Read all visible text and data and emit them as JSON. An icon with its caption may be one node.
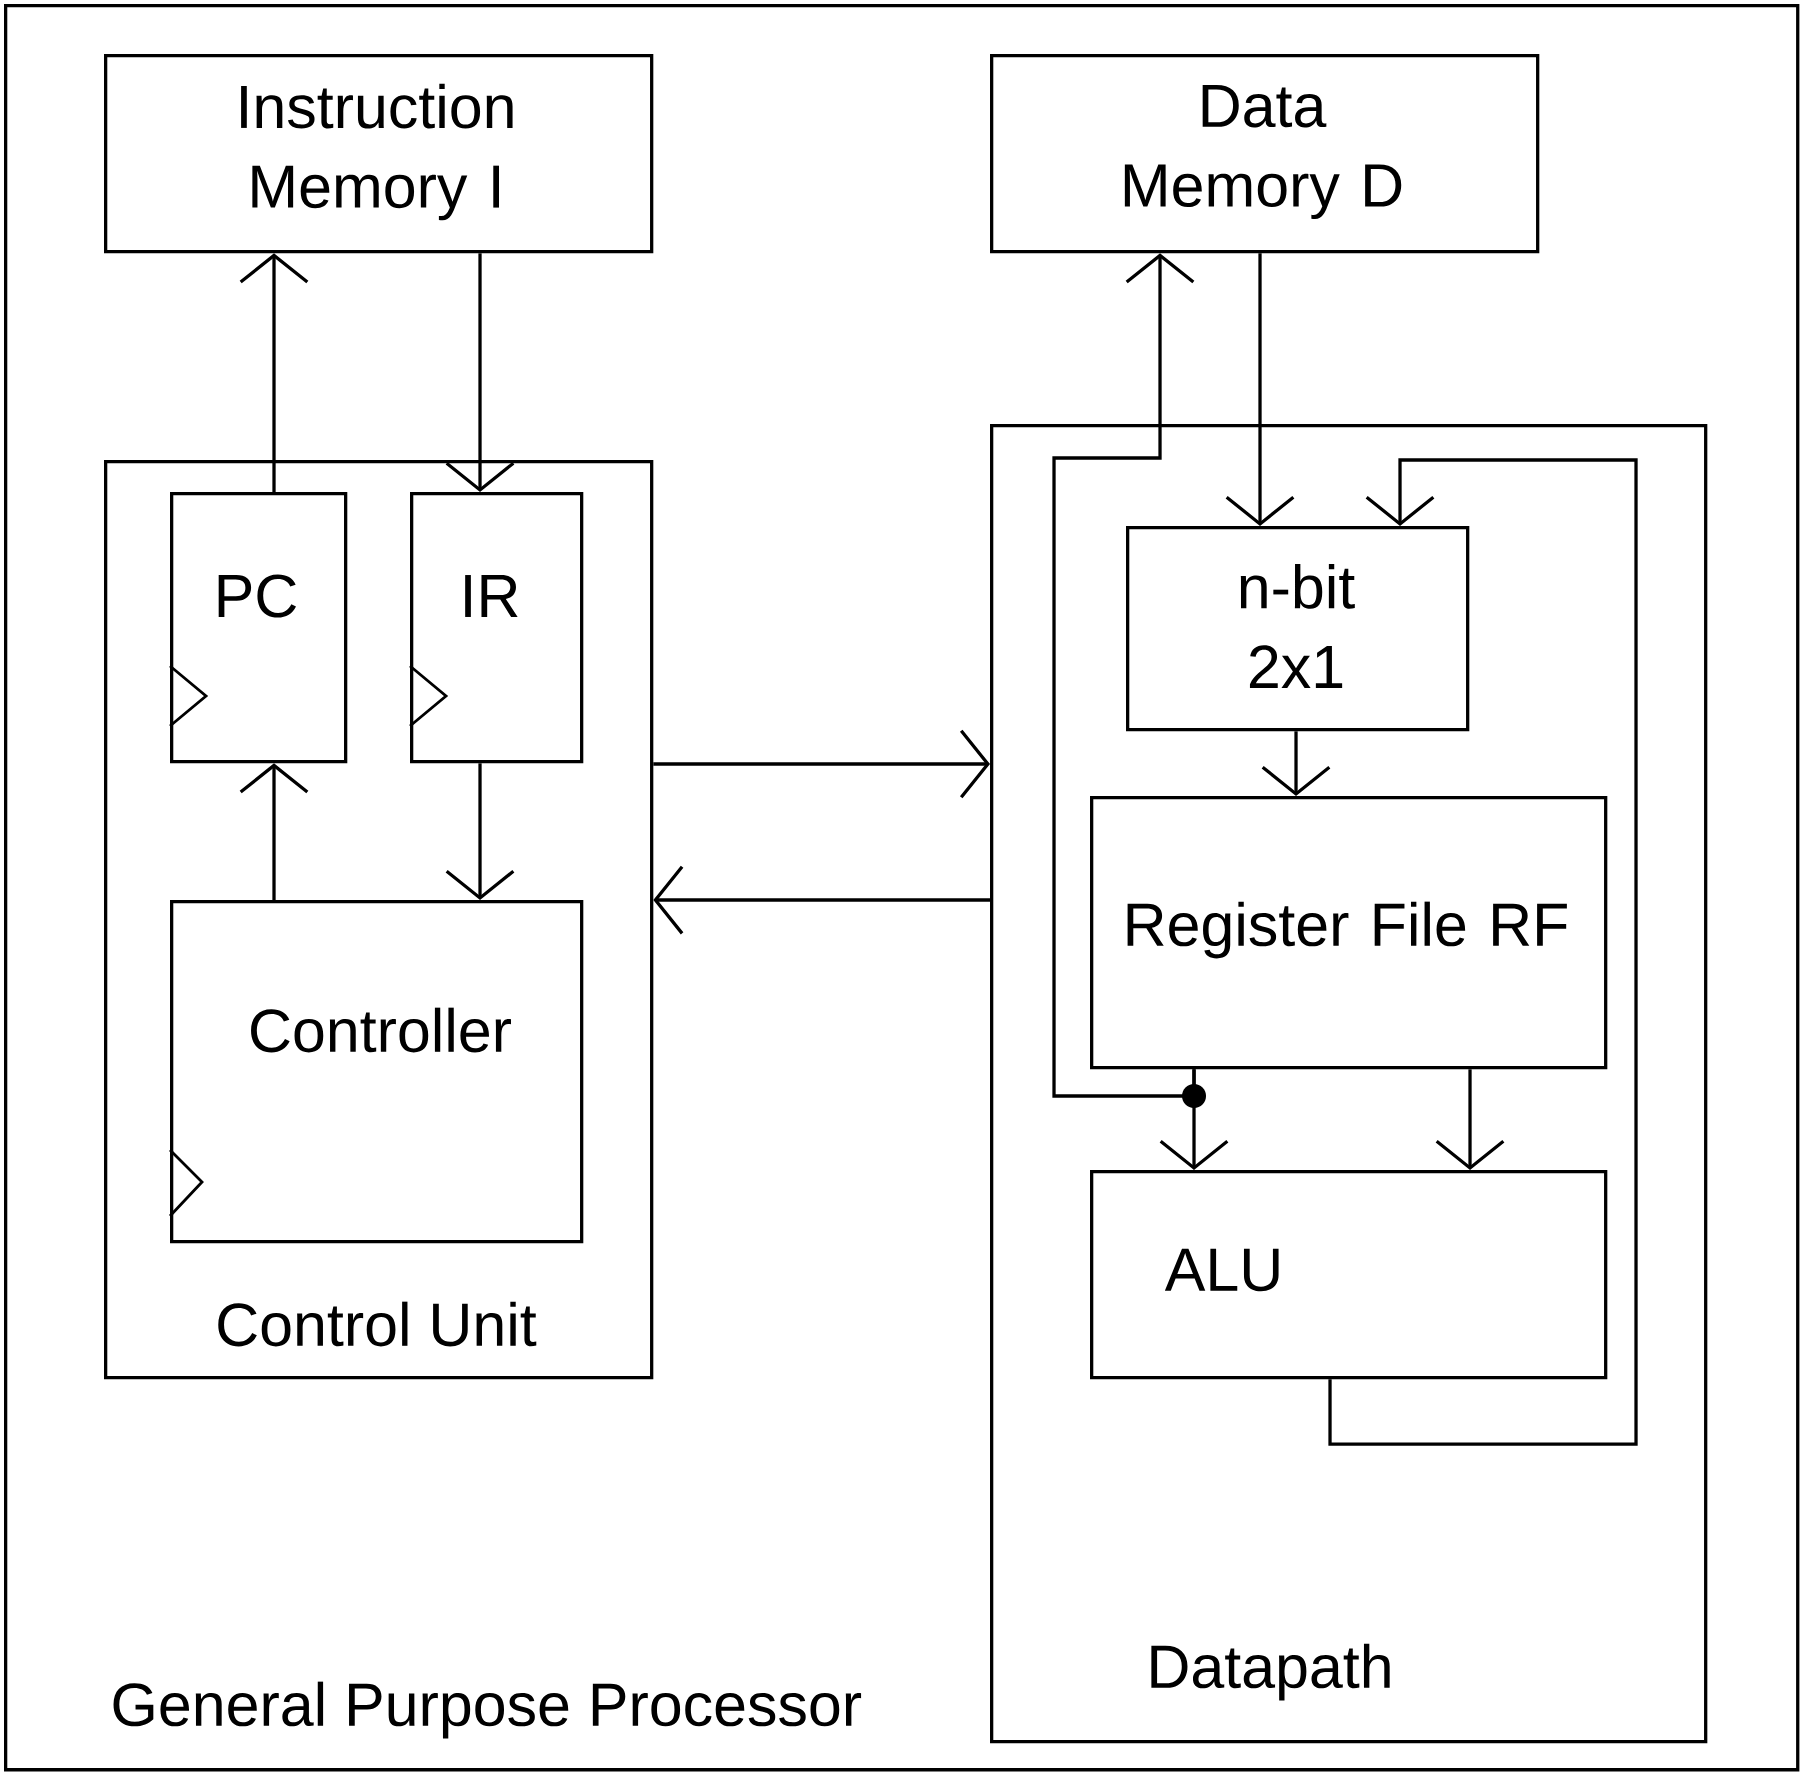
{
  "diagram": {
    "nodes": [
      {
        "text": [
          "General Purpose Processor"
        ]
      },
      {
        "text": [
          "Instruction Memory I"
        ],
        "in": 0
      },
      {
        "text": [
          "Data Memory D"
        ],
        "in": 0
      },
      {
        "text": [
          "Control Unit"
        ],
        "in": 0
      },
      {
        "text": [
          "PC"
        ],
        "in": 3
      },
      {
        "text": [
          "IR"
        ],
        "in": 3
      },
      {
        "text": [
          "Controller"
        ],
        "in": 3
      },
      {
        "text": [
          "Datapath"
        ],
        "in": 0
      },
      {
        "text": [
          "n-bit 2x1"
        ],
        "in": 7
      },
      {
        "text": [
          "Register File RF"
        ],
        "in": 7
      },
      {
        "text": [
          "ALU"
        ],
        "in": 7
      }
    ],
    "edges": [
      {
        "from": 4,
        "to": 1,
        "arrow": "to"
      },
      {
        "from": 1,
        "to": 5,
        "arrow": "to"
      },
      {
        "from": 6,
        "to": 4,
        "arrow": "to"
      },
      {
        "from": 5,
        "to": 6,
        "arrow": "to"
      },
      {
        "from": 3,
        "to": 7,
        "arrow": "to"
      },
      {
        "from": 7,
        "to": 3,
        "arrow": "to"
      },
      {
        "from": 2,
        "to": 8,
        "arrow": "to"
      },
      {
        "from": 10,
        "to": 8,
        "arrow": "to"
      },
      {
        "from": 8,
        "to": 9,
        "arrow": "to"
      },
      {
        "from": 9,
        "to": 10,
        "arrow": "to"
      },
      {
        "from": 9,
        "to": 10,
        "arrow": "to"
      },
      {
        "from": 9,
        "to": 2,
        "arrow": "to"
      }
    ]
  }
}
